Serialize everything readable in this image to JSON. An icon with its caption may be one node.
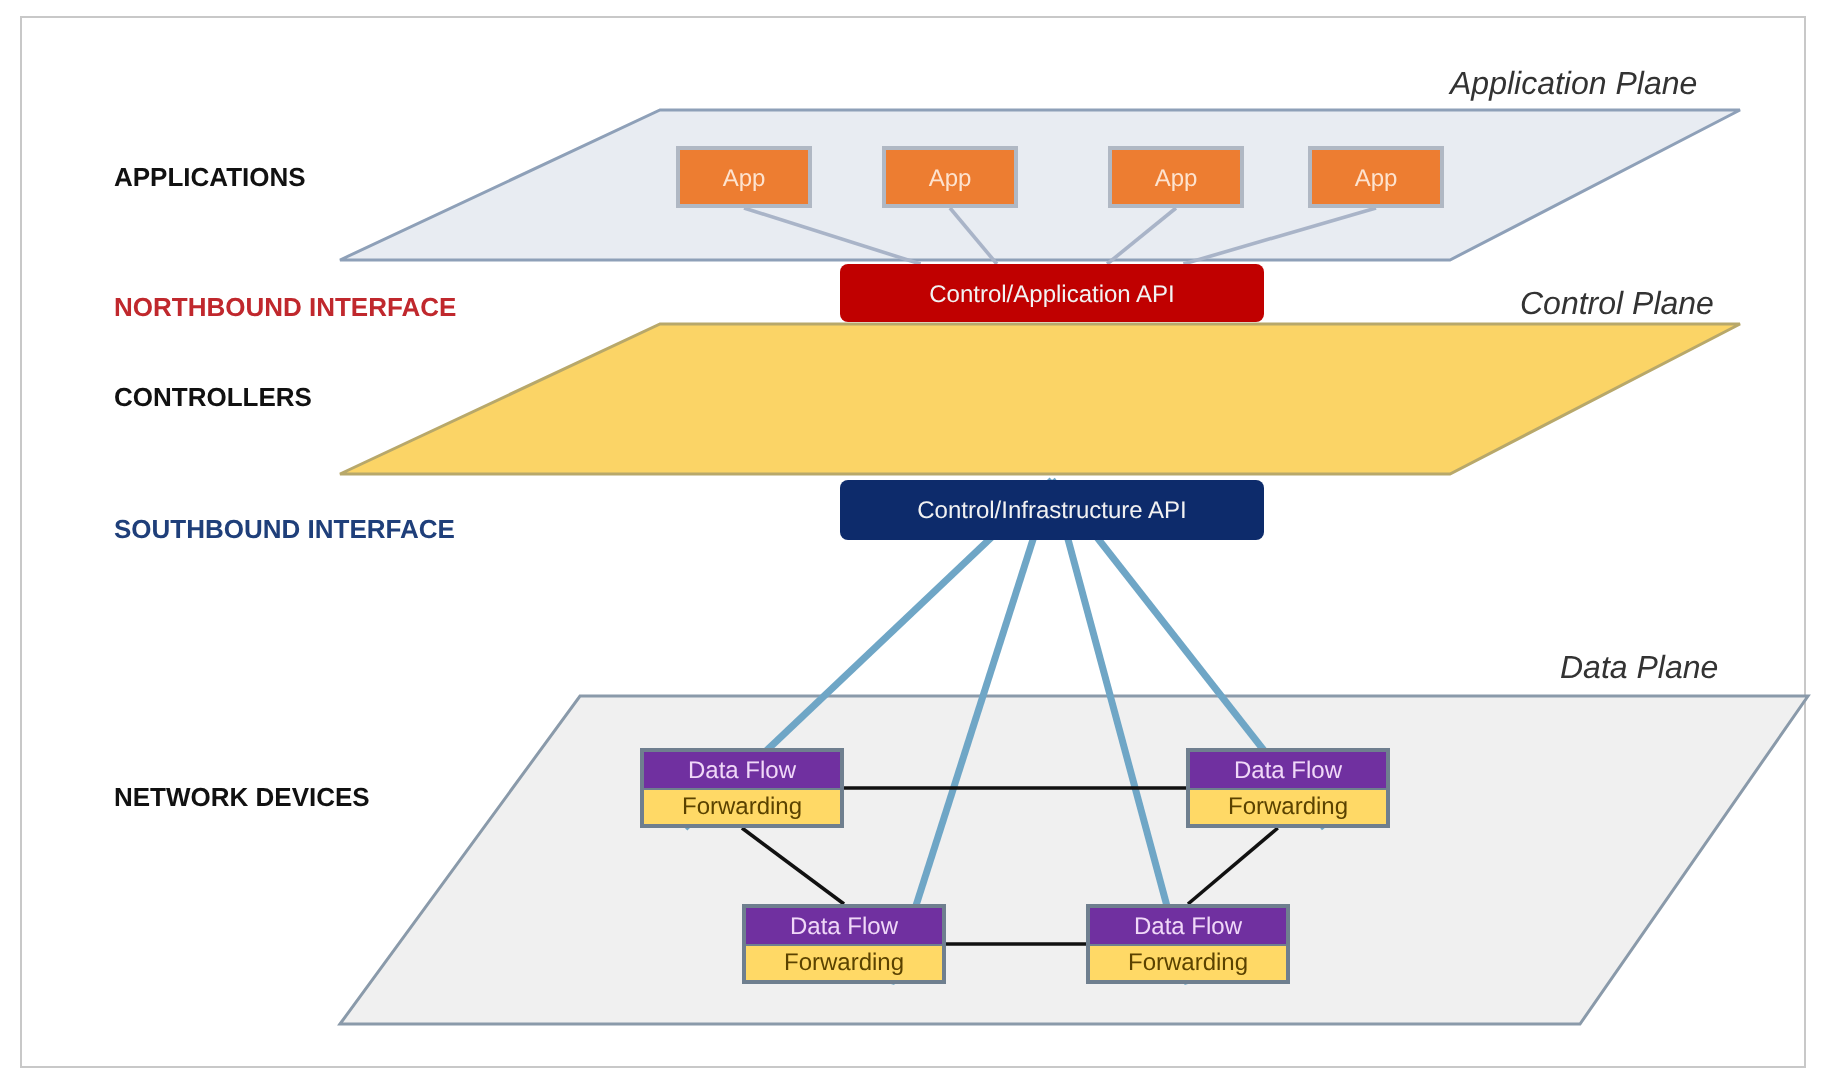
{
  "diagram": {
    "nodes": [
      {
        "text": [
          "Application Plane"
        ]
      },
      {
        "text": [
          "App"
        ],
        "in": 0
      },
      {
        "text": [
          "App"
        ],
        "in": 0
      },
      {
        "text": [
          "App"
        ],
        "in": 0
      },
      {
        "text": [
          "App"
        ],
        "in": 0
      },
      {
        "text": [
          "Control/Application API"
        ]
      },
      {
        "text": [
          "Control Plane"
        ]
      },
      {
        "text": [
          "Control/Infrastructure API"
        ]
      },
      {
        "text": [
          "Data Plane"
        ]
      },
      {
        "text": [
          "Data Flow",
          "Forwarding"
        ],
        "in": 8
      },
      {
        "text": [
          "Data Flow",
          "Forwarding"
        ],
        "in": 8
      },
      {
        "text": [
          "Data Flow",
          "Forwarding"
        ],
        "in": 8
      },
      {
        "text": [
          "Data Flow",
          "Forwarding"
        ],
        "in": 8
      }
    ],
    "edges": [
      {
        "from": 1,
        "to": 5,
        "arrow": "none",
        "color": "#a9b4c8"
      },
      {
        "from": 2,
        "to": 5,
        "arrow": "none",
        "color": "#a9b4c8"
      },
      {
        "from": 3,
        "to": 5,
        "arrow": "none",
        "color": "#a9b4c8"
      },
      {
        "from": 4,
        "to": 5,
        "arrow": "none",
        "color": "#a9b4c8"
      },
      {
        "from": 7,
        "to": 9,
        "arrow": "none",
        "style": "thick",
        "color": "#6fa6c6"
      },
      {
        "from": 7,
        "to": 11,
        "arrow": "none",
        "style": "thick",
        "color": "#6fa6c6"
      },
      {
        "from": 7,
        "to": 12,
        "arrow": "none",
        "style": "thick",
        "color": "#6fa6c6"
      },
      {
        "from": 7,
        "to": 10,
        "arrow": "none",
        "style": "thick",
        "color": "#6fa6c6"
      },
      {
        "from": 9,
        "to": 10,
        "arrow": "none",
        "color": "#111111"
      },
      {
        "from": 9,
        "to": 11,
        "arrow": "none",
        "color": "#111111"
      },
      {
        "from": 10,
        "to": 12,
        "arrow": "none",
        "color": "#111111"
      },
      {
        "from": 11,
        "to": 12,
        "arrow": "none",
        "color": "#111111"
      }
    ],
    "labels": [
      "APPLICATIONS",
      "NORTHBOUND INTERFACE",
      "CONTROLLERS",
      "SOUTHBOUND INTERFACE",
      "NETWORK DEVICES"
    ]
  }
}
